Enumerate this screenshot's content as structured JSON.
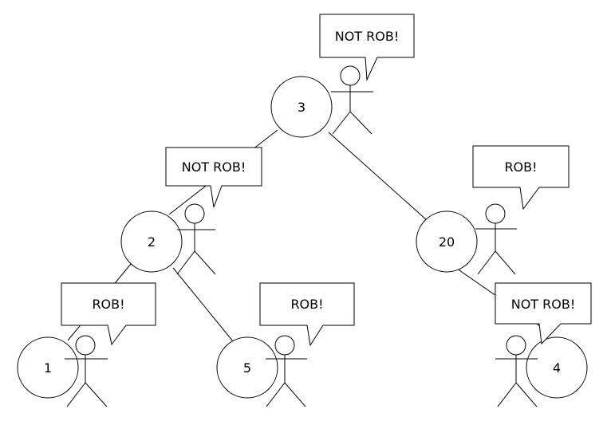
{
  "colors": {
    "background": "#ffffff",
    "stroke": "#000000",
    "text": "#000000"
  },
  "nodes": [
    {
      "id": "n3",
      "label": "3"
    },
    {
      "id": "n2",
      "label": "2"
    },
    {
      "id": "n20",
      "label": "20"
    },
    {
      "id": "n1",
      "label": "1"
    },
    {
      "id": "n5",
      "label": "5"
    },
    {
      "id": "n4",
      "label": "4"
    }
  ],
  "edges": [
    {
      "from": "n3",
      "to": "n2"
    },
    {
      "from": "n3",
      "to": "n20"
    },
    {
      "from": "n2",
      "to": "n1"
    },
    {
      "from": "n2",
      "to": "n5"
    },
    {
      "from": "n20",
      "to": "n4"
    }
  ],
  "robbers": [
    {
      "node": "n3",
      "says": "NOT ROB!"
    },
    {
      "node": "n2",
      "says": "NOT ROB!"
    },
    {
      "node": "n20",
      "says": "ROB!"
    },
    {
      "node": "n1",
      "says": "ROB!"
    },
    {
      "node": "n5",
      "says": "ROB!"
    },
    {
      "node": "n4",
      "says": "NOT ROB!"
    }
  ]
}
